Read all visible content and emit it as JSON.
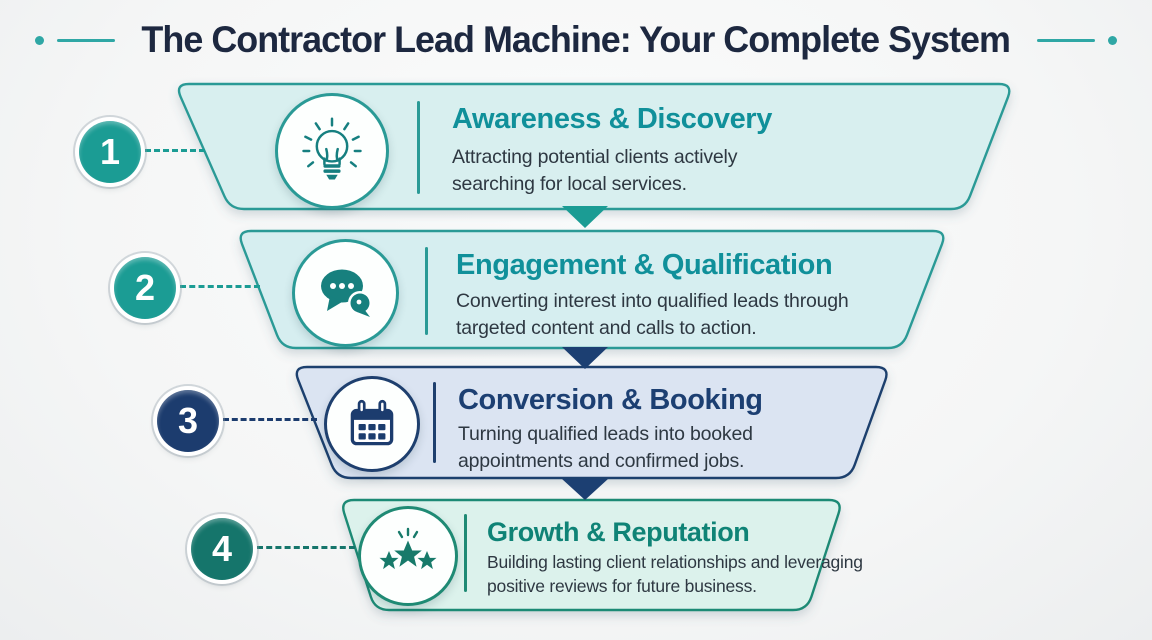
{
  "title": "The Contractor Lead Machine: Your Complete System",
  "title_color": "#1d2840",
  "decoration_color": "#2fa7a5",
  "background_color": "#f5f6f6",
  "description_color": "#2e3842",
  "arrow_colors": [
    "#1b9c94",
    "#1c3f72",
    "#1c3f72"
  ],
  "stages": [
    {
      "number": "1",
      "title": "Awareness & Discovery",
      "description": "Attracting potential clients actively searching for local services.",
      "icon": "lightbulb-icon",
      "accent": "#2a9a96",
      "fill": "#d8efef",
      "title_color": "#10909a",
      "badge_color": "#1b9c94",
      "icon_color": "#167f80"
    },
    {
      "number": "2",
      "title": "Engagement & Qualification",
      "description": "Converting interest into qualified leads through targeted content and calls to action.",
      "icon": "chat-bubbles-icon",
      "accent": "#2a9a96",
      "fill": "#d6eef0",
      "title_color": "#10909a",
      "badge_color": "#1b9c94",
      "icon_color": "#17807e"
    },
    {
      "number": "3",
      "title": "Conversion & Booking",
      "description": "Turning qualified leads into booked appointments and confirmed jobs.",
      "icon": "calendar-icon",
      "accent": "#1e3f6e",
      "fill": "#dbe4f2",
      "title_color": "#1c3f72",
      "badge_color": "#1c3c6e",
      "icon_color": "#1c3c6e"
    },
    {
      "number": "4",
      "title": "Growth & Reputation",
      "description": "Building lasting client relationships and leveraging positive reviews for future business.",
      "icon": "stars-icon",
      "accent": "#1f8a74",
      "fill": "#dcf2ec",
      "title_color": "#0f8376",
      "badge_color": "#15756b",
      "icon_color": "#177a6a"
    }
  ]
}
